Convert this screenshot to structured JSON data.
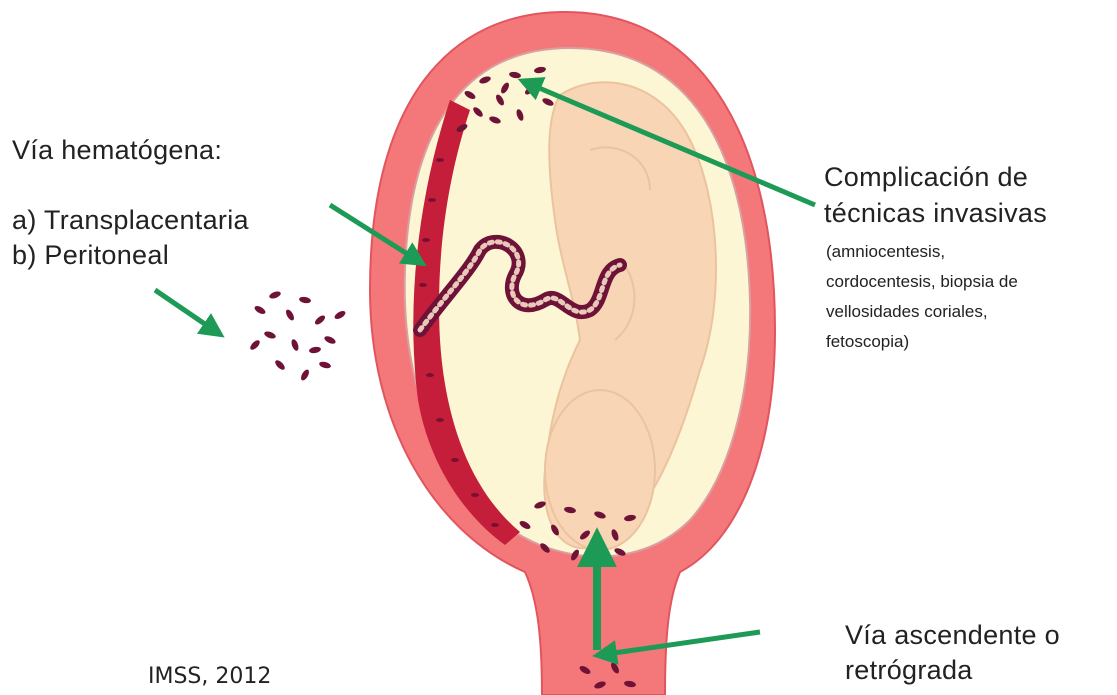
{
  "labels": {
    "hematogenous_title": "Vía hematógena:",
    "transplacental": "a)  Transplacentaria",
    "peritoneal": "b)  Peritoneal",
    "invasive_line1": "Complicación de",
    "invasive_line2": "técnicas invasivas",
    "invasive_detail1": "(amniocentesis,",
    "invasive_detail2": "cordocentesis, biopsia de",
    "invasive_detail3": "vellosidades coriales,",
    "invasive_detail4": "fetoscopia)",
    "ascending_line1": "Vía ascendente o",
    "ascending_line2": "retrógrada",
    "credit": "IMSS, 2012"
  },
  "colors": {
    "uterus_wall": "#f4787a",
    "amniotic_fluid": "#fcf6d4",
    "fetus": "#f7d5b5",
    "placenta": "#c41e3a",
    "bacteria": "#6e1238",
    "arrow": "#1d9a55"
  }
}
